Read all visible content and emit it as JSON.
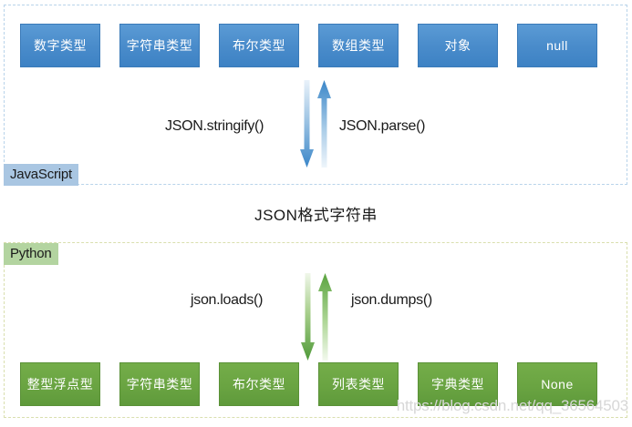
{
  "diagram": {
    "caption": "JSON格式字符串",
    "watermark": "https://blog.csdn.net/qq_36564503"
  },
  "javascript_zone": {
    "tag": "JavaScript",
    "accent_color": "#5b9bd5",
    "tag_bg": "#a9c6e2",
    "border_color": "#b8d3ea",
    "types": [
      {
        "label": "数字类型"
      },
      {
        "label": "字符串类型"
      },
      {
        "label": "布尔类型"
      },
      {
        "label": "数组类型"
      },
      {
        "label": "对象"
      },
      {
        "label": "null"
      }
    ],
    "arrows": {
      "down": {
        "icon": "arrow-down-icon",
        "label": "JSON.stringify()"
      },
      "up": {
        "icon": "arrow-up-icon",
        "label": "JSON.parse()"
      }
    }
  },
  "python_zone": {
    "tag": "Python",
    "accent_color": "#74ad49",
    "tag_bg": "#b3d4a0",
    "border_color": "#d9dfae",
    "types": [
      {
        "label": "整型浮点型"
      },
      {
        "label": "字符串类型"
      },
      {
        "label": "布尔类型"
      },
      {
        "label": "列表类型"
      },
      {
        "label": "字典类型"
      },
      {
        "label": "None"
      }
    ],
    "arrows": {
      "down": {
        "icon": "arrow-down-icon",
        "label": "json.loads()"
      },
      "up": {
        "icon": "arrow-up-icon",
        "label": "json.dumps()"
      }
    }
  }
}
